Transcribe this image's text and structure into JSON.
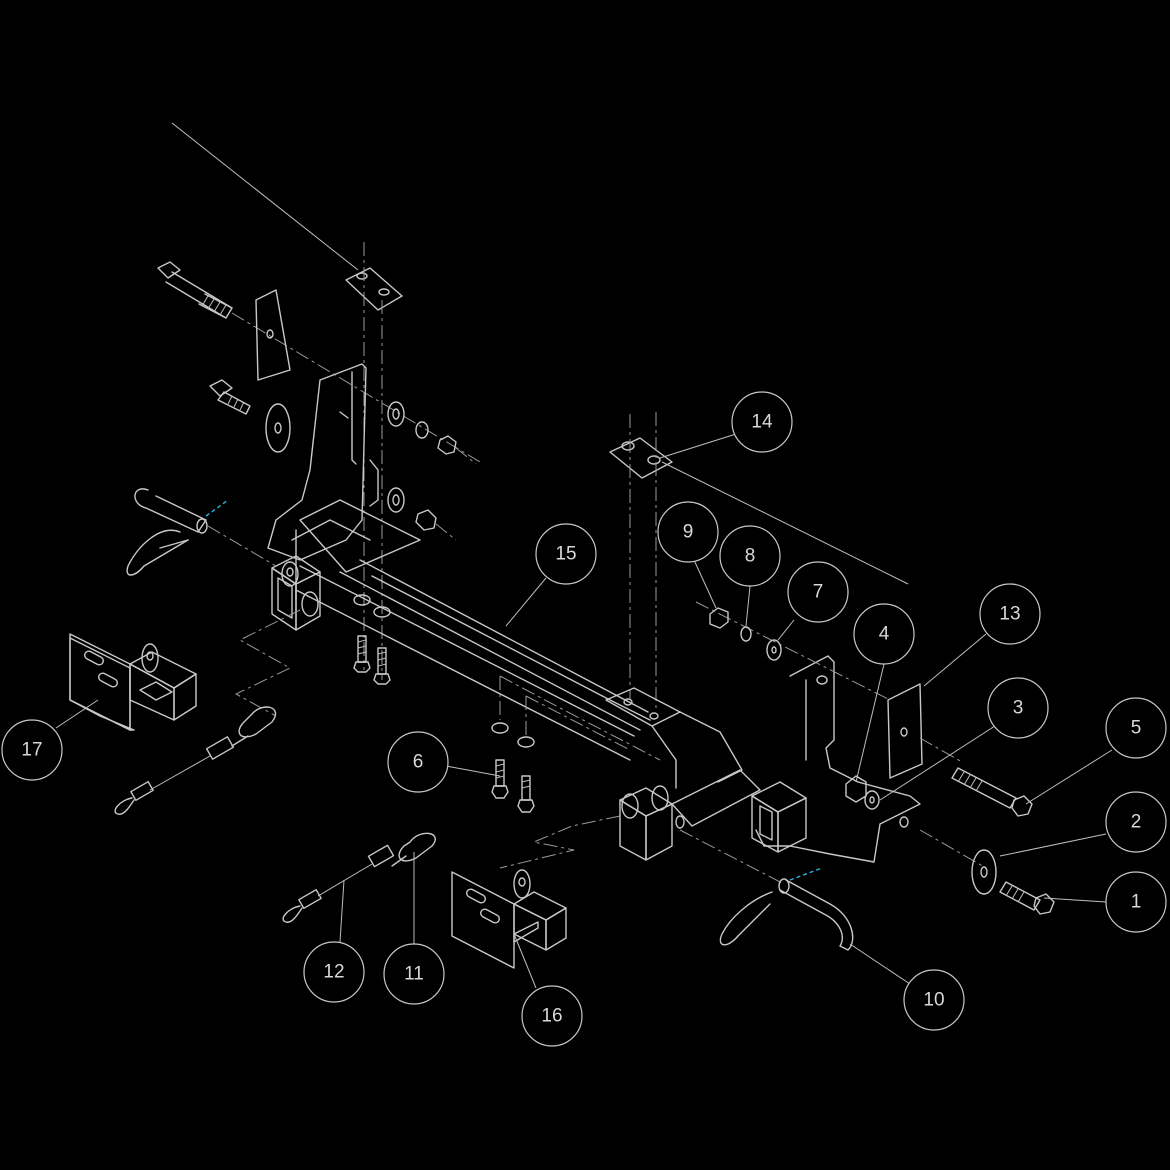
{
  "callouts": [
    {
      "label": "1"
    },
    {
      "label": "2"
    },
    {
      "label": "3"
    },
    {
      "label": "4"
    },
    {
      "label": "5"
    },
    {
      "label": "6"
    },
    {
      "label": "7"
    },
    {
      "label": "8"
    },
    {
      "label": "9"
    },
    {
      "label": "10"
    },
    {
      "label": "11"
    },
    {
      "label": "12"
    },
    {
      "label": "13"
    },
    {
      "label": "14"
    },
    {
      "label": "15"
    },
    {
      "label": "16"
    },
    {
      "label": "17"
    }
  ],
  "colors": {
    "background": "#000000",
    "line": "#c8c8c8",
    "centerline_accent": "#22b8d8"
  }
}
